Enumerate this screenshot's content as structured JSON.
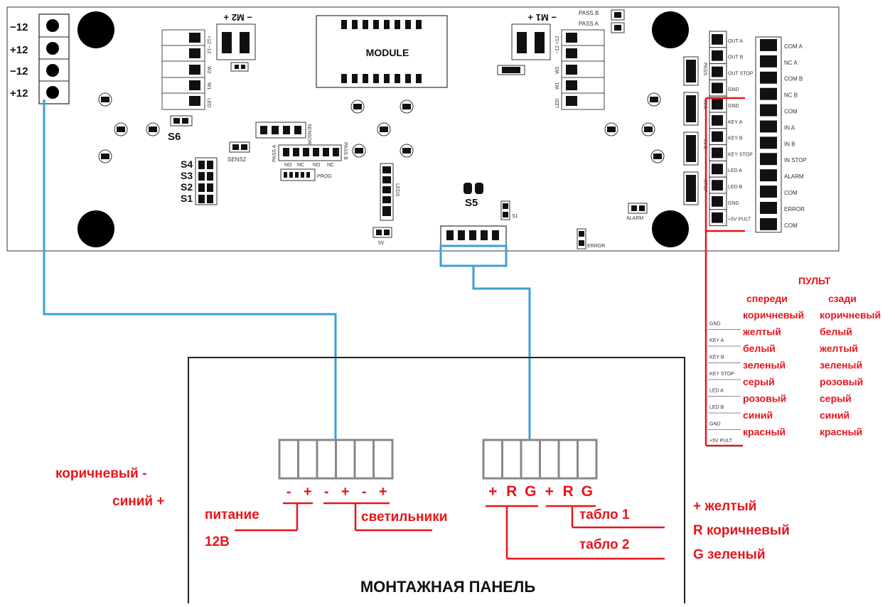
{
  "board": {
    "power_terminals": [
      "−12",
      "+12",
      "−12",
      "+12"
    ],
    "module": "MODULE",
    "m2": "− M2 +",
    "m1": "− M1 +",
    "pass_b": "PASS B",
    "pass_a": "PASS A",
    "left_conn": [
      "+12 −12",
      "W2",
      "W1",
      "LED"
    ],
    "right_conn": [
      "−12 +12",
      "W2",
      "W1",
      "LED"
    ],
    "s_labels": [
      "S4",
      "S3",
      "S2",
      "S1"
    ],
    "s6": "S6",
    "s5": "S5",
    "sens2": "SENS2",
    "prog": "PROG",
    "sensor": "SENSOR",
    "nonc": [
      "NO",
      "NC",
      "NO",
      "NC"
    ],
    "pass_lbl_left": "PASS A",
    "pass_lbl_right": "PASS B",
    "s1": "S1",
    "v5": "5V",
    "error": "ERROR",
    "alarm": "ALARM",
    "leds": "LEDS",
    "v_labels": [
      "PASS",
      "IN A",
      "IN B",
      "STOP"
    ],
    "mid_col": [
      "OUT A",
      "OUT B",
      "OUT STOP",
      "GND",
      "GND",
      "KEY A",
      "KEY B",
      "KEY STOP",
      "LED A",
      "LED B",
      "GND",
      "+5V PULT"
    ],
    "right_col": [
      "COM A",
      "NC A",
      "COM B",
      "NC B",
      "COM",
      "IN A",
      "IN B",
      "IN STOP",
      "ALARM",
      "COM",
      "ERROR",
      "COM"
    ]
  },
  "pult": {
    "title": "ПУЛЬТ",
    "front": "спереди",
    "back": "сзади",
    "pins": [
      "GND",
      "KEY A",
      "KEY B",
      "KEY STOP",
      "LED A",
      "LED B",
      "GND",
      "+5V PULT"
    ],
    "front_colors": [
      "коричневый",
      "желтый",
      "белый",
      "зеленый",
      "серый",
      "розовый",
      "синий",
      "красный"
    ],
    "back_colors": [
      "коричневый",
      "белый",
      "желтый",
      "зеленый",
      "розовый",
      "серый",
      "синий",
      "красный"
    ]
  },
  "panel": {
    "title": "МОНТАЖНАЯ ПАНЕЛЬ",
    "left_signs": [
      "-",
      "+",
      "-",
      "+",
      "-",
      "+"
    ],
    "right_signs": [
      "+",
      "R",
      "G",
      "+",
      "R",
      "G"
    ],
    "pitanie": "питание",
    "v12": "12В",
    "svet": "светильники",
    "tablo1": "табло 1",
    "tablo2": "табло 2",
    "brown_minus": "коричневый -",
    "blue_plus": "синий +",
    "legend": [
      "+ желтый",
      "R коричневый",
      "G зеленый"
    ]
  },
  "colors": {
    "red": "#e8141b",
    "blue": "#3b9fd6",
    "black": "#111111",
    "grey": "#888888"
  }
}
